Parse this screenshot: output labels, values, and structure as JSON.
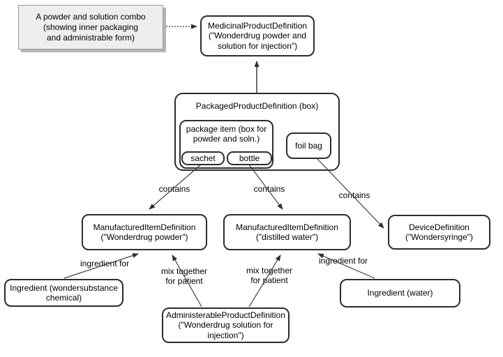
{
  "note": {
    "text": "A powder and solution combo\n(showing inner packaging\nand administrable form)"
  },
  "nodes": {
    "medicinal": {
      "label": "MedicinalProductDefinition\n(\"Wonderdrug powder and\nsolution for injection\")"
    },
    "packaged": {
      "label": "PackagedProductDefinition (box)"
    },
    "package_item": {
      "label": "package item (box for\npowder and soln.)"
    },
    "sachet": {
      "label": "sachet"
    },
    "bottle": {
      "label": "bottle"
    },
    "foil_bag": {
      "label": "foil bag"
    },
    "mid_powder": {
      "label": "ManufacturedItemDefinition\n(\"Wonderdrug powder\")"
    },
    "mid_water": {
      "label": "ManufacturedItemDefinition\n(\"distilled water\")"
    },
    "device": {
      "label": "DeviceDefinition\n(\"Wondersyringe\")"
    },
    "ingredient_chemical": {
      "label": "Ingredient (wondersubstance\nchemical)"
    },
    "administerable": {
      "label": "AdministerableProductDefinition\n(\"Wonderdrug solution for\ninjection\")"
    },
    "ingredient_water": {
      "label": "Ingredient (water)"
    }
  },
  "edge_labels": {
    "contains_sachet": "contains",
    "contains_bottle": "contains",
    "contains_foil_bag": "contains",
    "ingredient_for_left": "ingredient for",
    "mix_together_left": "mix together\nfor patient",
    "mix_together_right": "mix together\nfor patient",
    "ingredient_for_right": "ingredient for"
  },
  "colors": {
    "node_border": "#2d2d2d",
    "line": "#3f3f3f",
    "note_fill": "#eeeeee",
    "note_border": "#999999",
    "background": "#ffffff"
  }
}
